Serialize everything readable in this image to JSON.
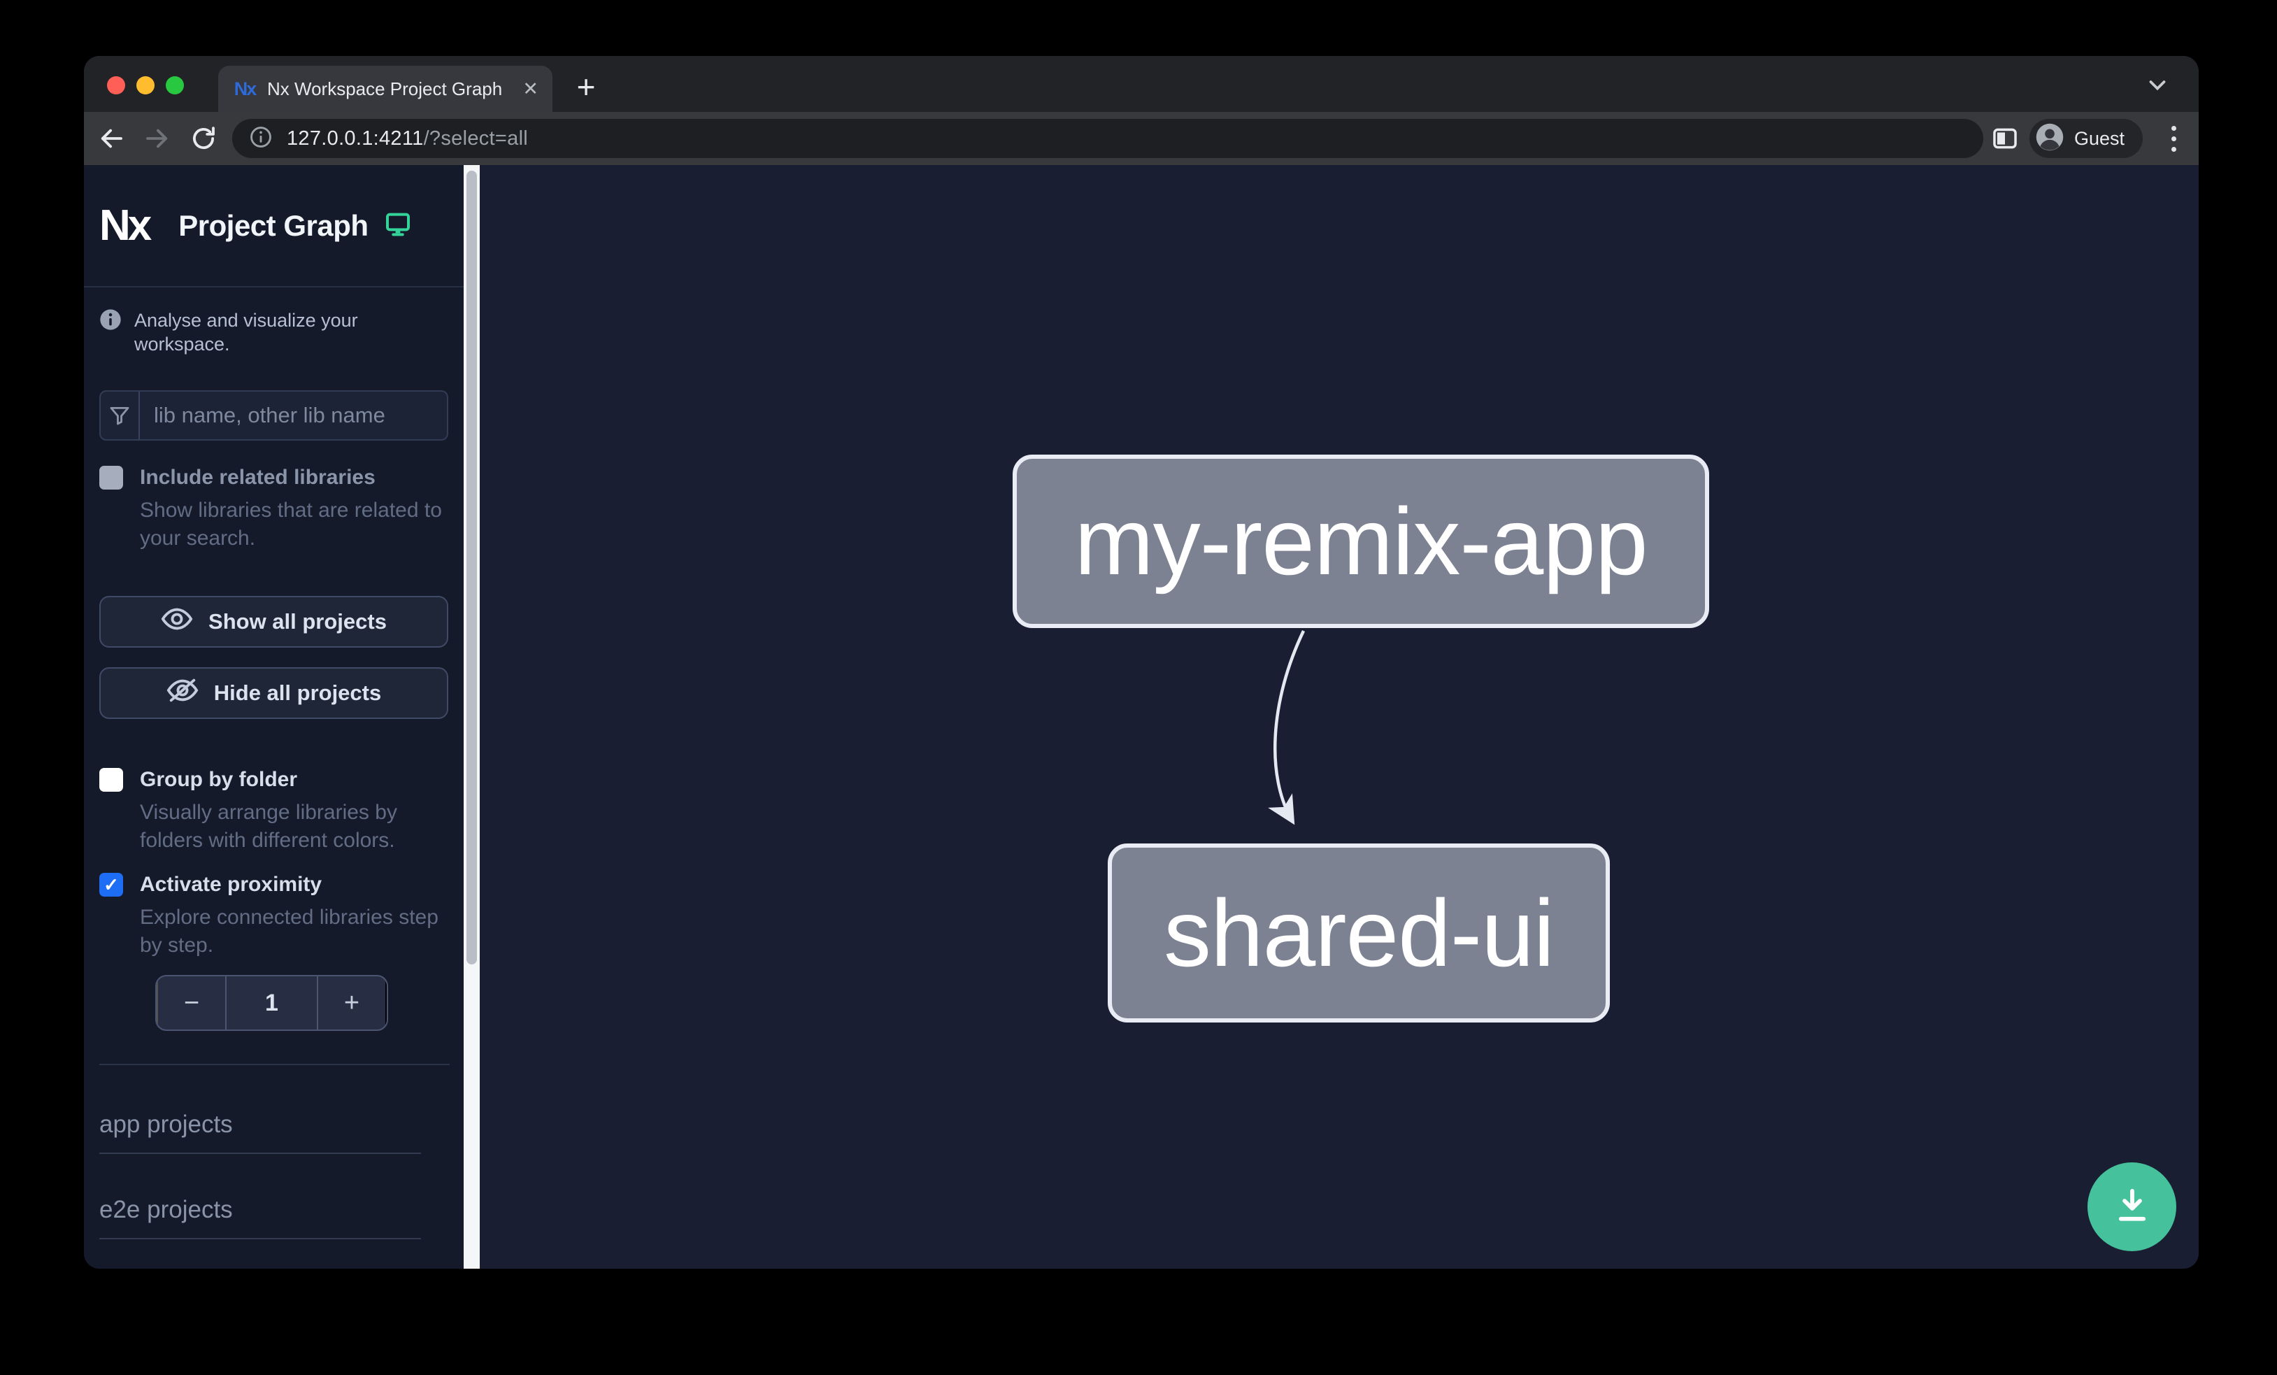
{
  "browser": {
    "tab": {
      "title": "Nx Workspace Project Graph",
      "close_glyph": "✕",
      "new_tab_glyph": "+"
    },
    "url": {
      "host": "127.0.0.1:4211",
      "path": "/?select=all"
    },
    "profile_label": "Guest"
  },
  "sidebar": {
    "brand_logo": "Nx",
    "title": "Project Graph",
    "tagline": "Analyse and visualize your workspace.",
    "search": {
      "placeholder": "lib name, other lib name"
    },
    "checkboxes": {
      "include_related": {
        "label": "Include related libraries",
        "description": "Show libraries that are related to your search.",
        "checked": false
      },
      "group_by_folder": {
        "label": "Group by folder",
        "description": "Visually arrange libraries by folders with different colors.",
        "checked": false
      },
      "activate_proximity": {
        "label": "Activate proximity",
        "description": "Explore connected libraries step by step.",
        "checked": true
      }
    },
    "actions": {
      "show_all": "Show all projects",
      "hide_all": "Hide all projects"
    },
    "proximity_stepper": {
      "decrement": "−",
      "value": "1",
      "increment": "+"
    },
    "sections": [
      {
        "label": "app projects"
      },
      {
        "label": "e2e projects"
      }
    ]
  },
  "graph": {
    "nodes": [
      {
        "id": "my-remix-app",
        "label": "my-remix-app"
      },
      {
        "id": "shared-ui",
        "label": "shared-ui"
      }
    ],
    "edges": [
      {
        "source": "my-remix-app",
        "target": "shared-ui"
      }
    ]
  },
  "ui_glyphs": {
    "check": "✓"
  },
  "colors": {
    "accent_green": "#34d399",
    "fab_green": "#45c19b",
    "checkbox_blue": "#1d6ef5",
    "node_fill": "#7d8292",
    "node_border": "#e9ecf4",
    "edge": "#e4e8f0"
  }
}
